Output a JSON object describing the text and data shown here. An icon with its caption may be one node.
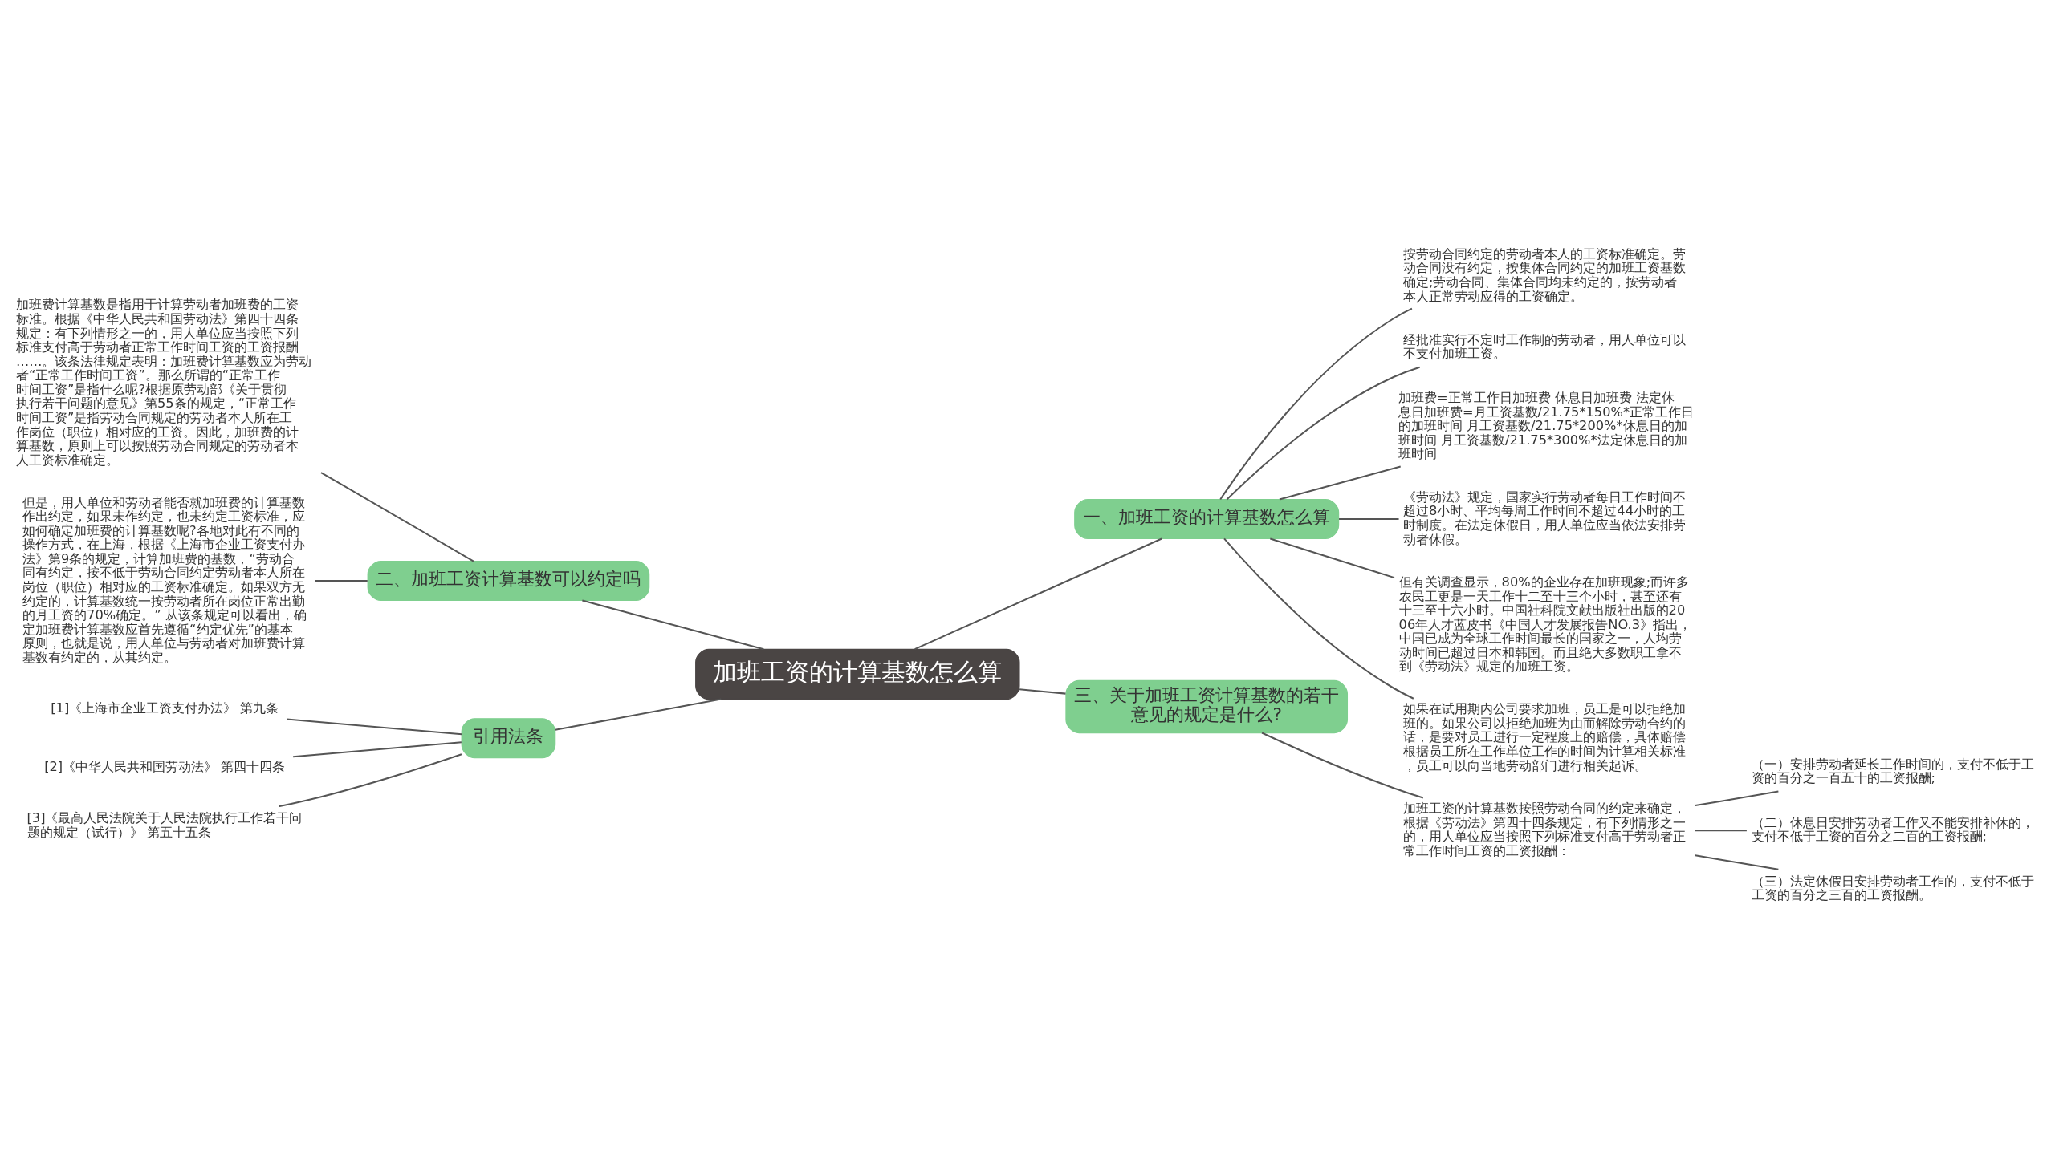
{
  "diagram": {
    "nodes": [
      {
        "text": [
          "加班工资的计算基数怎么算"
        ]
      },
      {
        "text": [
          "一、加班工资的计算基数怎么算"
        ]
      },
      {
        "text": [
          "按劳动合同约定的劳动者本人的工资标准确定。劳动合同没有约定，按集体合同约定的加班工资基数确定;劳动合同、集体合同均未约定的，按劳动者本人正常劳动应得的工资确定。"
        ]
      },
      {
        "text": [
          "经批准实行不定时工作制的劳动者，用人单位可以不支付加班工资。"
        ]
      },
      {
        "text": [
          "加班费=正常工作日加班费 休息日加班费 法定休息日加班费=月工资基数/21.75*150%*正常工作日的加班时间 月工资基数/21.75*200%*休息日的加班时间 月工资基数/21.75*300%*法定休息日的加班时间"
        ]
      },
      {
        "text": [
          "《劳动法》规定，国家实行劳动者每日工作时间不超过8小时、平均每周工作时间不超过44小时的工时制度。在法定休假日，用人单位应当依法安排劳动者休假。"
        ]
      },
      {
        "text": [
          "但有关调查显示，80%的企业存在加班现象;而许多农民工更是一天工作十二至十三个小时，甚至还有十三至十六小时。中国社科院文献出版社出版的2006年人才蓝皮书《中国人才发展报告NO.3》指出，中国已成为全球工作时间最长的国家之一，人均劳动时间已超过日本和韩国。而且绝大多数职工拿不到《劳动法》规定的加班工资。"
        ]
      },
      {
        "text": [
          "如果在试用期内公司要求加班，员工是可以拒绝加班的。如果公司以拒绝加班为由而解除劳动合约的话，是要对员工进行一定程度上的赔偿，具体赔偿根据员工所在工作单位工作的时间为计算相关标准，员工可以向当地劳动部门进行相关起诉。"
        ]
      },
      {
        "text": [
          "三、关于加班工资计算基数的若干意见的规定是什么?"
        ]
      },
      {
        "text": [
          "加班工资的计算基数按照劳动合同的约定来确定，根据《劳动法》第四十四条规定，有下列情形之一的，用人单位应当按照下列标准支付高于劳动者正常工作时间工资的工资报酬："
        ]
      },
      {
        "text": [
          "（一）安排劳动者延长工作时间的，支付不低于工资的百分之一百五十的工资报酬;"
        ]
      },
      {
        "text": [
          "（二）休息日安排劳动者工作又不能安排补休的，支付不低于工资的百分之二百的工资报酬;"
        ]
      },
      {
        "text": [
          "（三）法定休假日安排劳动者工作的，支付不低于工资的百分之三百的工资报酬。"
        ]
      },
      {
        "text": [
          "二、加班工资计算基数可以约定吗"
        ]
      },
      {
        "text": [
          "加班费计算基数是指用于计算劳动者加班费的工资标准。根据《中华人民共和国劳动法》第四十四条规定：有下列情形之一的，用人单位应当按照下列标准支付高于劳动者正常工作时间工资的工资报酬……。该条法律规定表明：加班费计算基数应为劳动者“正常工作时间工资”。那么所谓的“正常工作时间工资”是指什么呢?根据原劳动部《关于贯彻执行若干问题的意见》第55条的规定，“正常工作时间工资”是指劳动合同规定的劳动者本人所在工作岗位（职位）相对应的工资。因此，加班费的计算基数，原则上可以按照劳动合同规定的劳动者本人工资标准确定。"
        ]
      },
      {
        "text": [
          "但是，用人单位和劳动者能否就加班费的计算基数作出约定，如果未作约定，也未约定工资标准，应如何确定加班费的计算基数呢?各地对此有不同的操作方式，在上海，根据《上海市企业工资支付办法》第9条的规定，计算加班费的基数，“劳动合同有约定，按不低于劳动合同约定劳动者本人所在岗位（职位）相对应的工资标准确定。如果双方无约定的，计算基数统一按劳动者所在岗位正常出勤的月工资的70%确定。” 从该条规定可以看出，确定加班费计算基数应首先遵循“约定优先”的基本原则，也就是说，用人单位与劳动者对加班费计算基数有约定的，从其约定。"
        ]
      },
      {
        "text": [
          "引用法条"
        ]
      },
      {
        "text": [
          "[1]《上海市企业工资支付办法》 第九条"
        ]
      },
      {
        "text": [
          "[2]《中华人民共和国劳动法》 第四十四条"
        ]
      },
      {
        "text": [
          "[3]《最高人民法院关于人民法院执行工作若干问题的规定（试行）》 第五十五条"
        ]
      }
    ],
    "edges": [
      {
        "from": 0,
        "to": 1,
        "arrow": "none"
      },
      {
        "from": 1,
        "to": 2,
        "arrow": "none"
      },
      {
        "from": 1,
        "to": 3,
        "arrow": "none"
      },
      {
        "from": 1,
        "to": 4,
        "arrow": "none"
      },
      {
        "from": 1,
        "to": 5,
        "arrow": "none"
      },
      {
        "from": 1,
        "to": 6,
        "arrow": "none"
      },
      {
        "from": 1,
        "to": 7,
        "arrow": "none"
      },
      {
        "from": 0,
        "to": 8,
        "arrow": "none"
      },
      {
        "from": 8,
        "to": 9,
        "arrow": "none"
      },
      {
        "from": 9,
        "to": 10,
        "arrow": "none"
      },
      {
        "from": 9,
        "to": 11,
        "arrow": "none"
      },
      {
        "from": 9,
        "to": 12,
        "arrow": "none"
      },
      {
        "from": 13,
        "to": 0,
        "arrow": "none"
      },
      {
        "from": 14,
        "to": 13,
        "arrow": "none"
      },
      {
        "from": 15,
        "to": 13,
        "arrow": "none"
      },
      {
        "from": 16,
        "to": 0,
        "arrow": "none"
      },
      {
        "from": 17,
        "to": 16,
        "arrow": "none"
      },
      {
        "from": 18,
        "to": 16,
        "arrow": "none"
      },
      {
        "from": 19,
        "to": 16,
        "arrow": "none"
      }
    ]
  }
}
